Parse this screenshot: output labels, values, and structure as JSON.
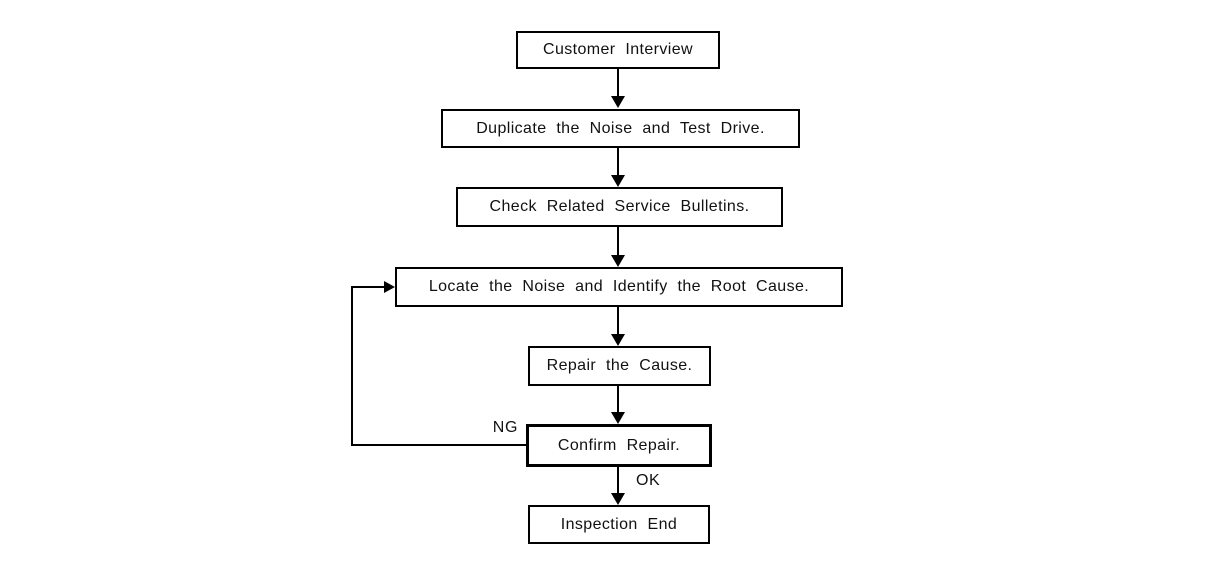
{
  "nodes": {
    "customer_interview": {
      "label": "Customer Interview"
    },
    "duplicate_noise": {
      "label": "Duplicate the Noise and Test Drive."
    },
    "check_bulletins": {
      "label": "Check Related Service Bulletins."
    },
    "locate_noise": {
      "label": "Locate the Noise and Identify the Root Cause."
    },
    "repair_cause": {
      "label": "Repair the Cause."
    },
    "confirm_repair": {
      "label": "Confirm Repair."
    },
    "inspection_end": {
      "label": "Inspection End"
    }
  },
  "edge_labels": {
    "ng": "NG",
    "ok": "OK"
  },
  "colors": {
    "line": "#000000",
    "box_background": "#ffffff",
    "page_background": "#ffffff"
  }
}
